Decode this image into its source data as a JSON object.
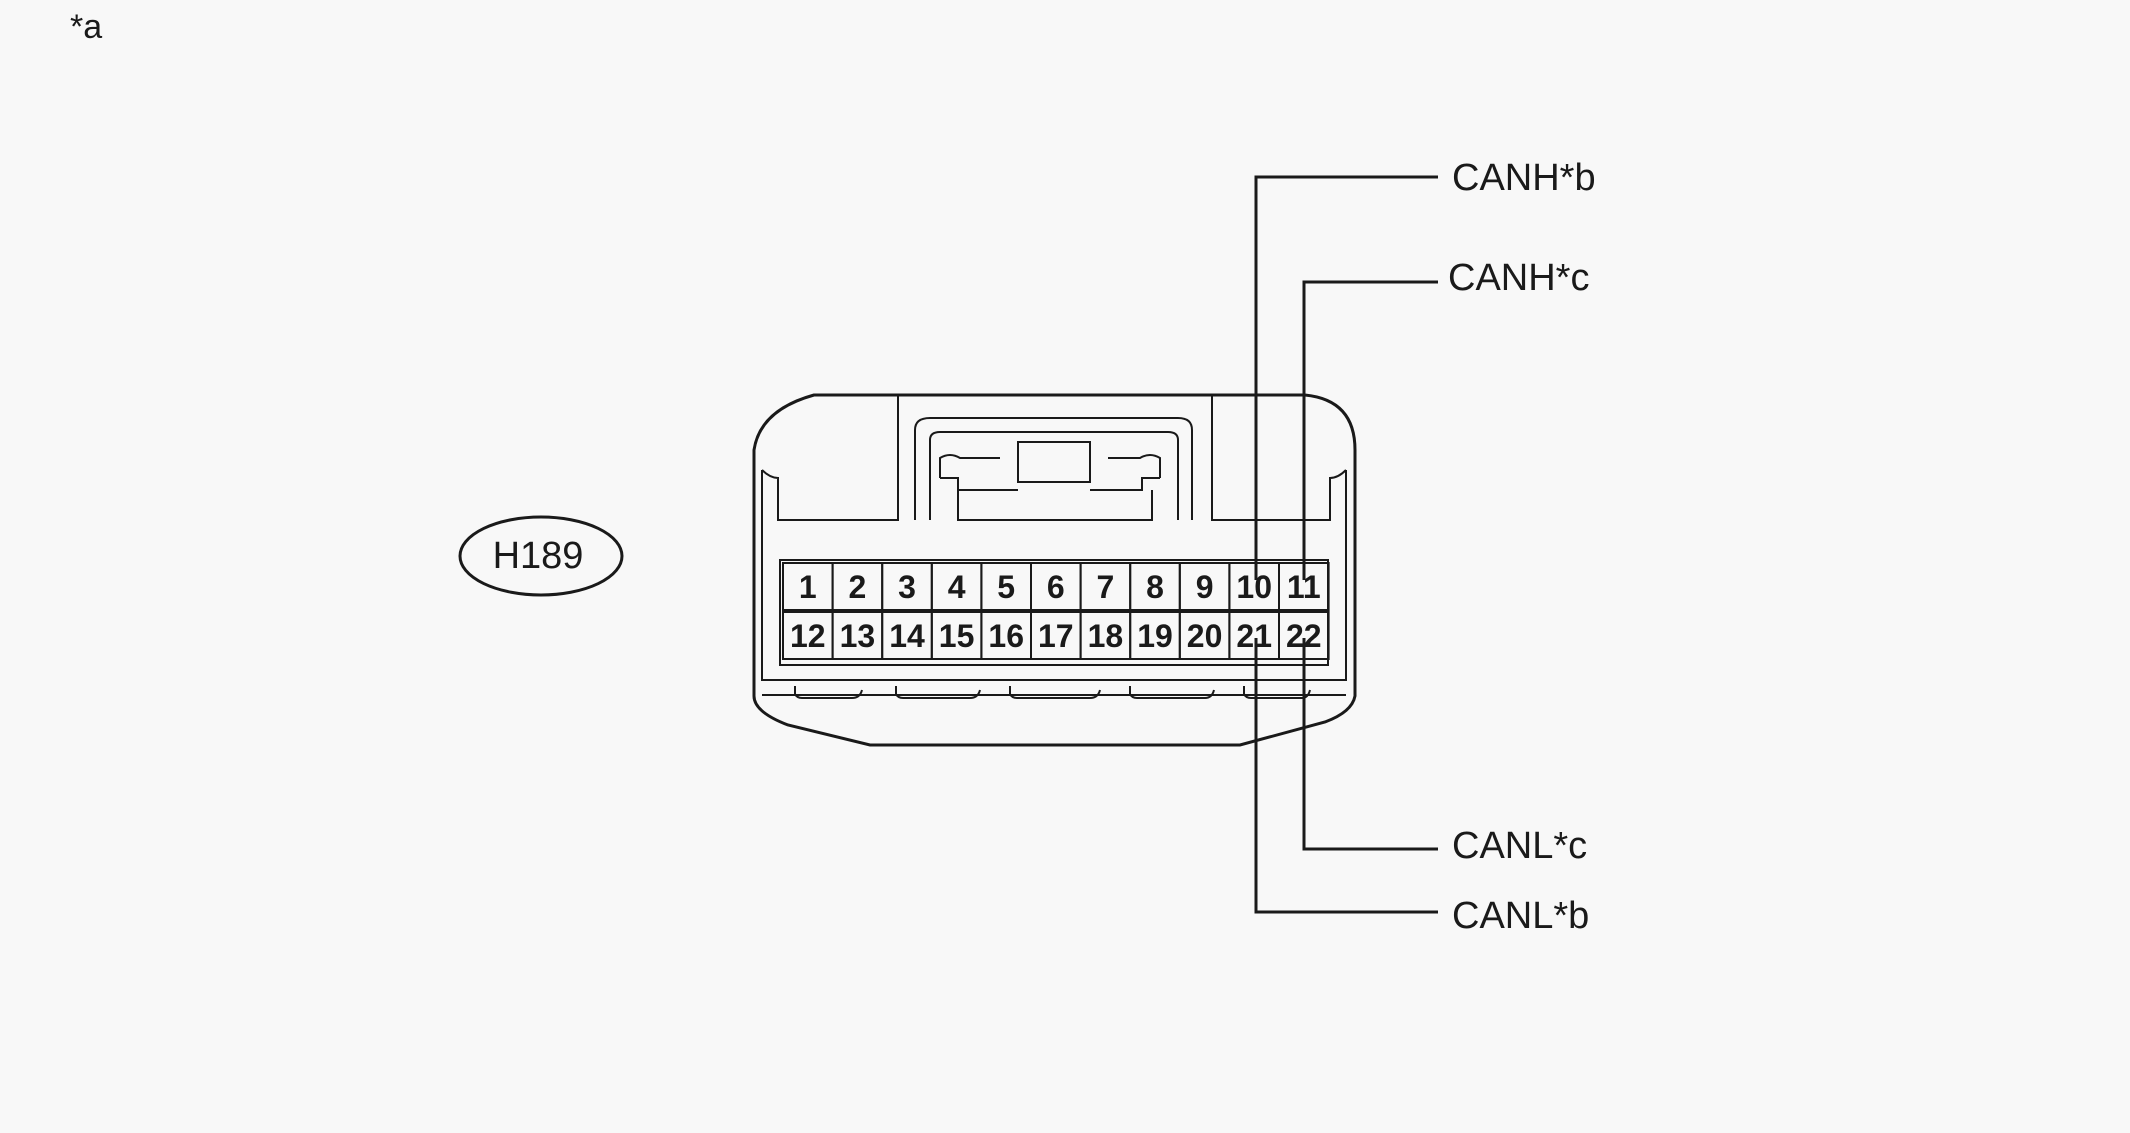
{
  "figure_note": "*a",
  "connector": {
    "id": "H189",
    "row1": [
      "1",
      "2",
      "3",
      "4",
      "5",
      "6",
      "7",
      "8",
      "9",
      "10",
      "11"
    ],
    "row2": [
      "12",
      "13",
      "14",
      "15",
      "16",
      "17",
      "18",
      "19",
      "20",
      "21",
      "22"
    ]
  },
  "signals": {
    "canh_b": "CANH*b",
    "canh_c": "CANH*c",
    "canl_c": "CANL*c",
    "canl_b": "CANL*b"
  }
}
